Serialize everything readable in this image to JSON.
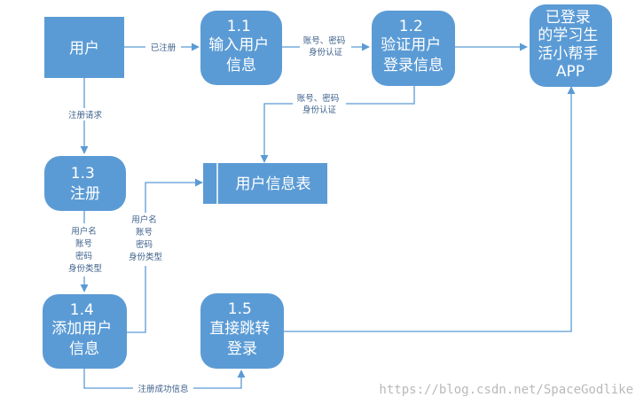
{
  "colors": {
    "node_fill": "#5b9bd5",
    "edge": "#5b9bd5",
    "edge_label": "#3b5f8a",
    "watermark": "#b9b9b9"
  },
  "nodes": {
    "user": {
      "lines": [
        "用户"
      ]
    },
    "p11": {
      "lines": [
        "1.1",
        "输入用户",
        "信息"
      ]
    },
    "p12": {
      "lines": [
        "1.2",
        "验证用户",
        "登录信息"
      ]
    },
    "app": {
      "lines": [
        "已登录",
        "的学习生",
        "活小帮手",
        "APP"
      ]
    },
    "p13": {
      "lines": [
        "1.3",
        "注册"
      ]
    },
    "store": {
      "lines": [
        "用户信息表"
      ]
    },
    "p14": {
      "lines": [
        "1.4",
        "添加用户",
        "信息"
      ]
    },
    "p15": {
      "lines": [
        "1.5",
        "直接跳转",
        "登录"
      ]
    }
  },
  "edges": {
    "registered": {
      "lines": [
        "已注册"
      ]
    },
    "cred_to_verify": {
      "lines": [
        "账号、密码",
        "身份认证"
      ]
    },
    "cred_to_store": {
      "lines": [
        "账号、密码",
        "身份认证"
      ]
    },
    "register_request": {
      "lines": [
        "注册请求"
      ]
    },
    "reg_fields": {
      "lines": [
        "用户名",
        "账号",
        "密码",
        "身份类型"
      ]
    },
    "store_fields": {
      "lines": [
        "用户名",
        "账号",
        "密码",
        "身份类型"
      ]
    },
    "reg_success": {
      "lines": [
        "注册成功信息"
      ]
    }
  },
  "watermark": "https://blog.csdn.net/SpaceGodlike"
}
